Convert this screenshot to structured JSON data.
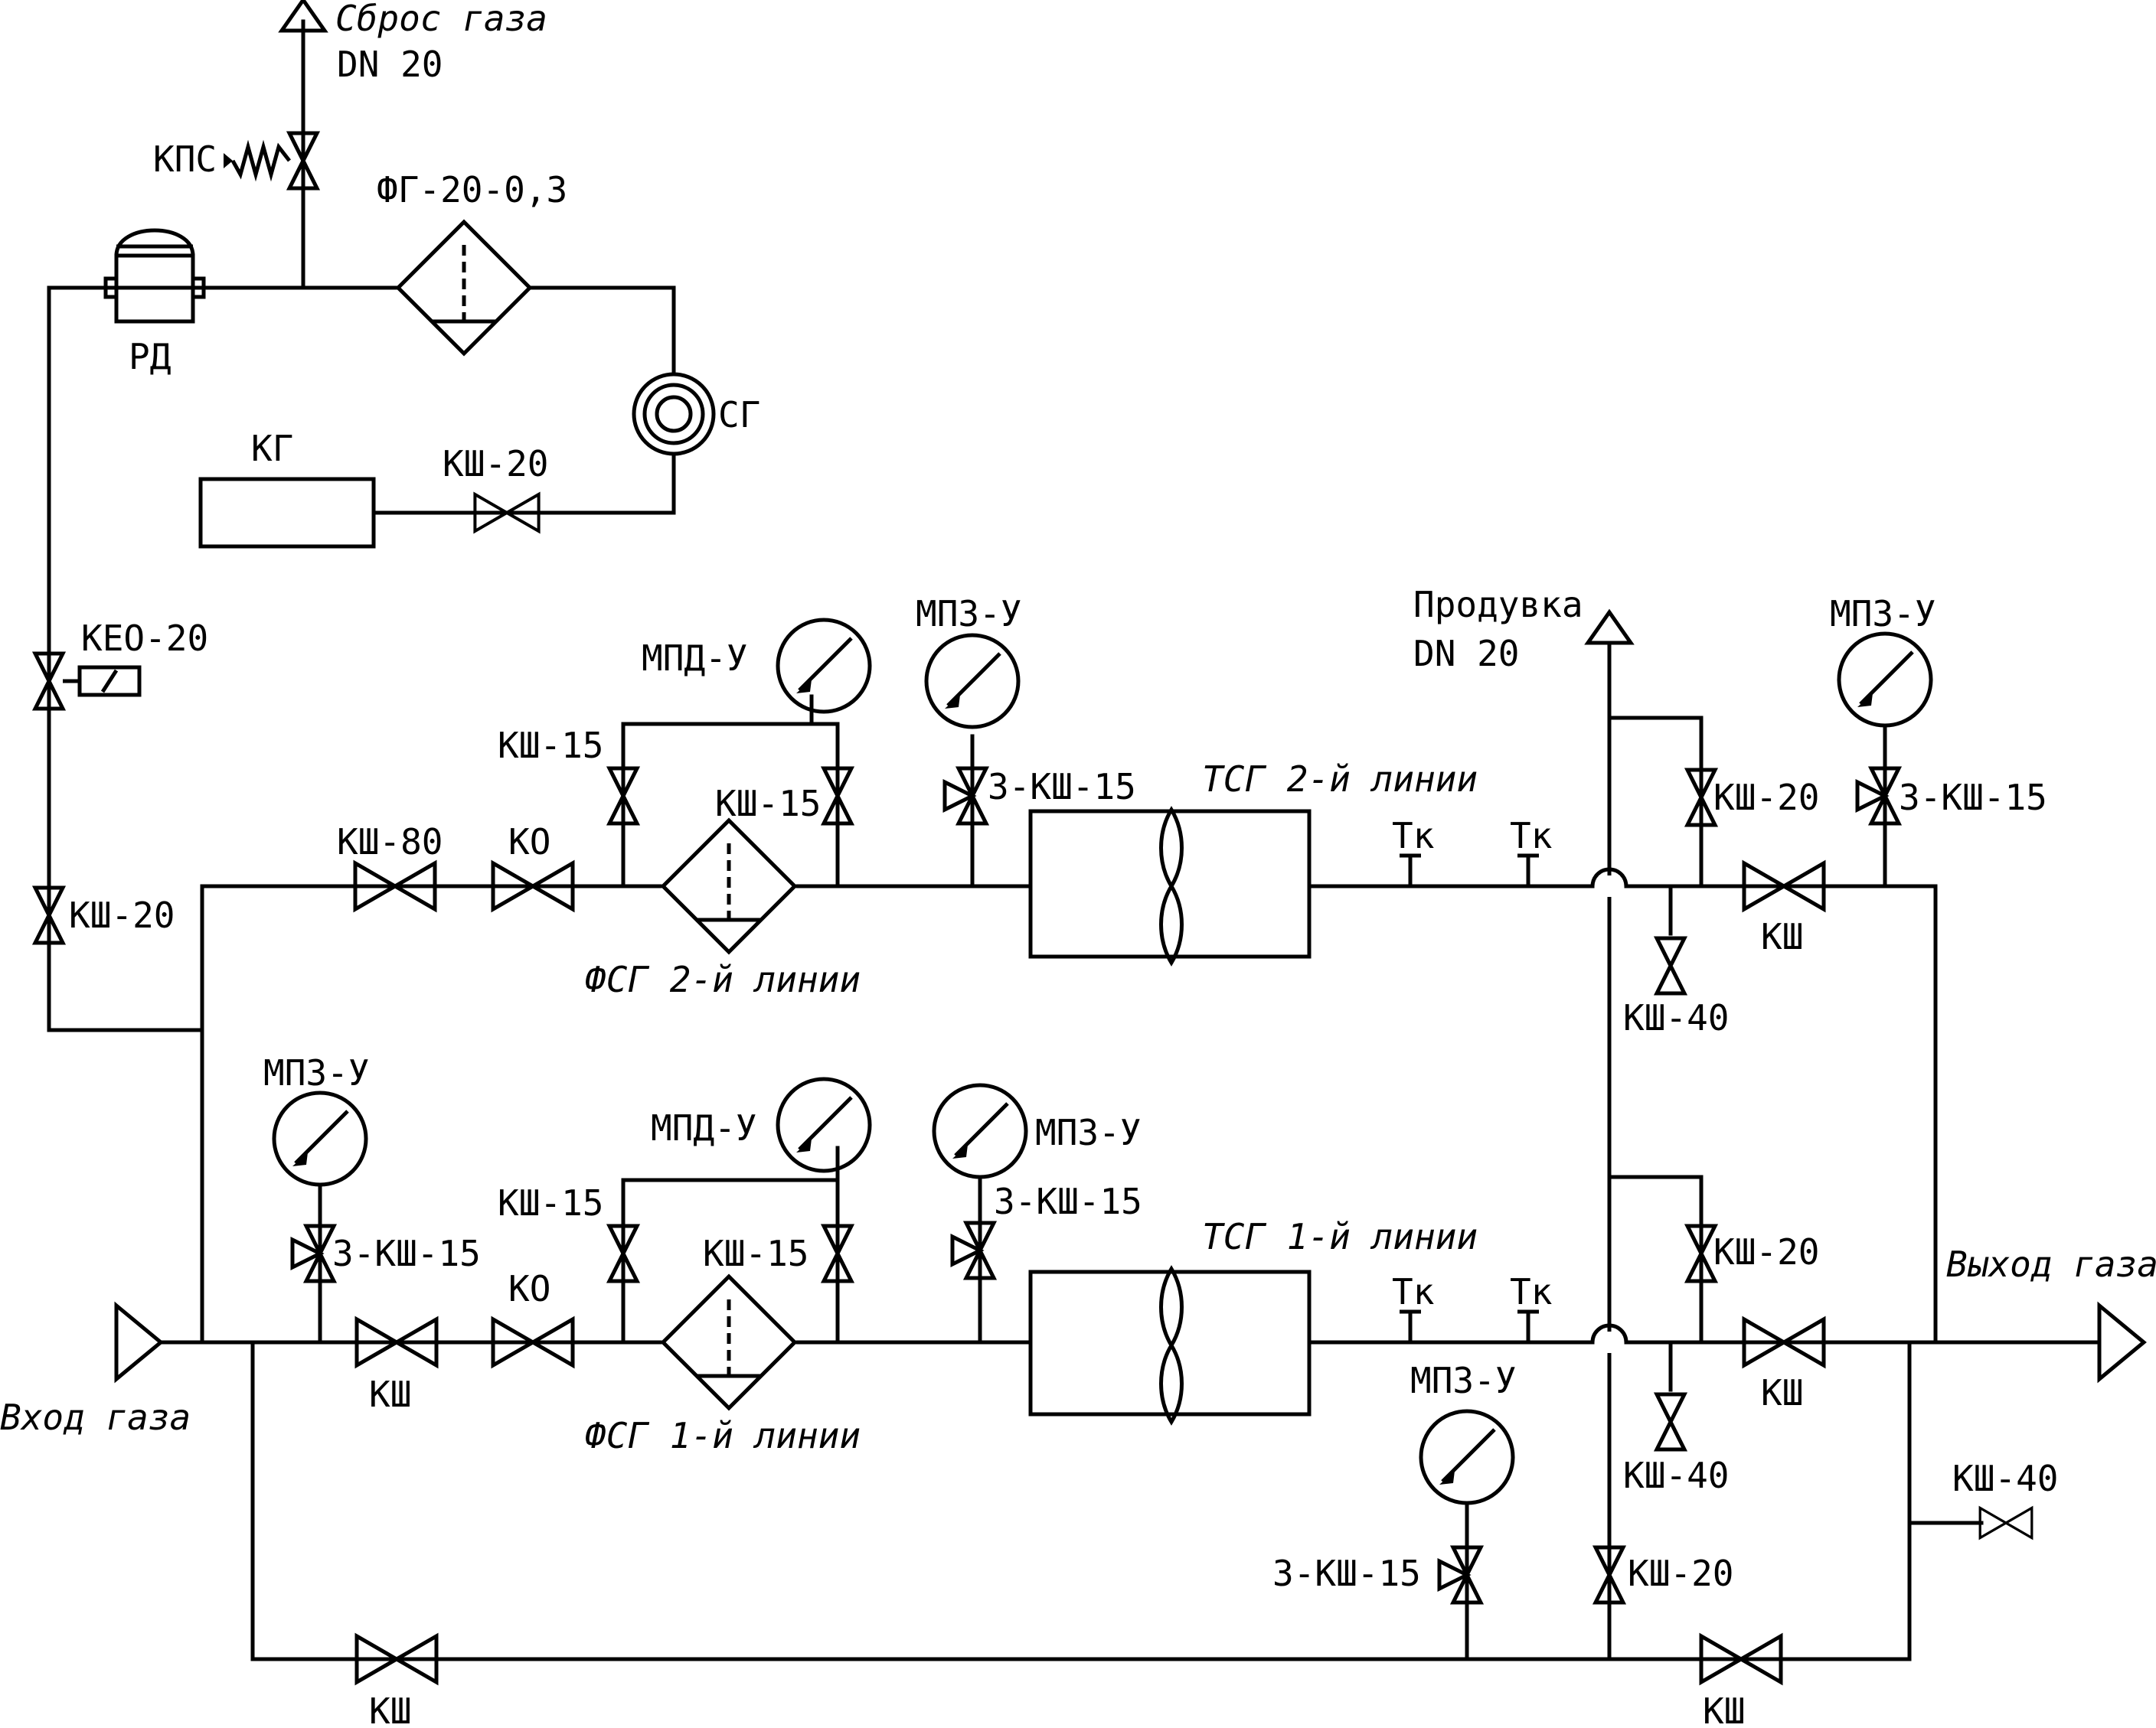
{
  "labels": {
    "gas_discharge": "Сброс газа",
    "gas_discharge_dn": "DN 20",
    "kps": "КПС",
    "fg": "ФГ-20-0,3",
    "rd": "РД",
    "sg": "СГ",
    "kg": "КГ",
    "ksh20_kg": "КШ-20",
    "keo": "КЕО-20",
    "ksh20_left": "КШ-20",
    "purge": "Продувка",
    "purge_dn": "DN 20",
    "mpd_top": "МПД-У",
    "mpz_top_mid": "МПЗ-У",
    "mpz_top_right": "МПЗ-У",
    "ksh15_top_a": "КШ-15",
    "ksh15_top_b": "КШ-15",
    "z_ksh15_top": "3-КШ-15",
    "tsg2": "ТСГ 2-й линии",
    "ksh20_top_r": "КШ-20",
    "z_ksh15_top_r": "3-КШ-15",
    "ksh80": "КШ-80",
    "ko_top": "КО",
    "tk1": "Тк",
    "tk2": "Тк",
    "ksh_top_r": "КШ",
    "fsg2": "ФСГ 2-й линии",
    "ksh40_top": "КШ-40",
    "mpz_bot_left": "МПЗ-У",
    "mpd_bot": "МПД-У",
    "mpz_bot_mid": "МПЗ-У",
    "ksh15_bot_a": "КШ-15",
    "z_ksh15_bot_mid": "3-КШ-15",
    "z_ksh15_bot_left": "3-КШ-15",
    "tsg1": "ТСГ 1-й линии",
    "ksh20_bot_r": "КШ-20",
    "gas_out": "Выход газа",
    "ksh15_bot_b": "КШ-15",
    "ko_bot": "КО",
    "tk3": "Тк",
    "tk4": "Тк",
    "gas_in": "Вход газа",
    "ksh_bot_a": "КШ",
    "fsg1": "ФСГ 1-й линии",
    "ksh_bot_r": "КШ",
    "mpz_bypass": "МПЗ-У",
    "ksh40_bot": "КШ-40",
    "ksh40_right": "КШ-40",
    "z_ksh15_bypass": "3-КШ-15",
    "ksh20_bypass": "КШ-20",
    "ksh_bypass_a": "КШ",
    "ksh_bypass_b": "КШ"
  }
}
